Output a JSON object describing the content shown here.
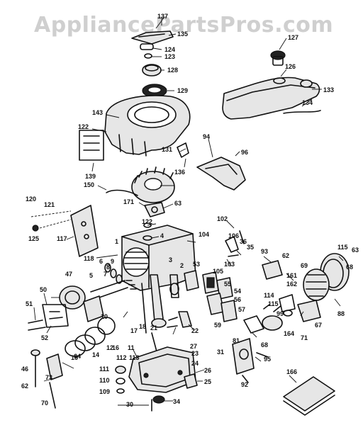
{
  "watermark": "AppliancePartsPros.com",
  "callouts": [
    "137",
    "135",
    "124",
    "123",
    "128",
    "129",
    "127",
    "126",
    "133",
    "134",
    "143",
    "122",
    "139",
    "131",
    "94",
    "96",
    "136",
    "150",
    "171",
    "63",
    "120",
    "121",
    "125",
    "117",
    "122",
    "4",
    "118",
    "102",
    "104",
    "106",
    "35",
    "36",
    "103",
    "3",
    "1",
    "6",
    "5",
    "7",
    "8",
    "9",
    "47",
    "2",
    "53",
    "105",
    "54",
    "55",
    "56",
    "57",
    "59",
    "93",
    "62",
    "161",
    "162",
    "115",
    "63",
    "68",
    "69",
    "114",
    "115",
    "99",
    "164",
    "71",
    "67",
    "88",
    "51",
    "50",
    "52",
    "10",
    "18",
    "17",
    "15",
    "14",
    "11",
    "12",
    "16",
    "22",
    "21",
    "31",
    "95",
    "92",
    "81",
    "68",
    "64",
    "46",
    "73",
    "70",
    "62",
    "111",
    "110",
    "109",
    "112",
    "113",
    "23",
    "24",
    "25",
    "26",
    "27",
    "30",
    "34",
    "166"
  ]
}
